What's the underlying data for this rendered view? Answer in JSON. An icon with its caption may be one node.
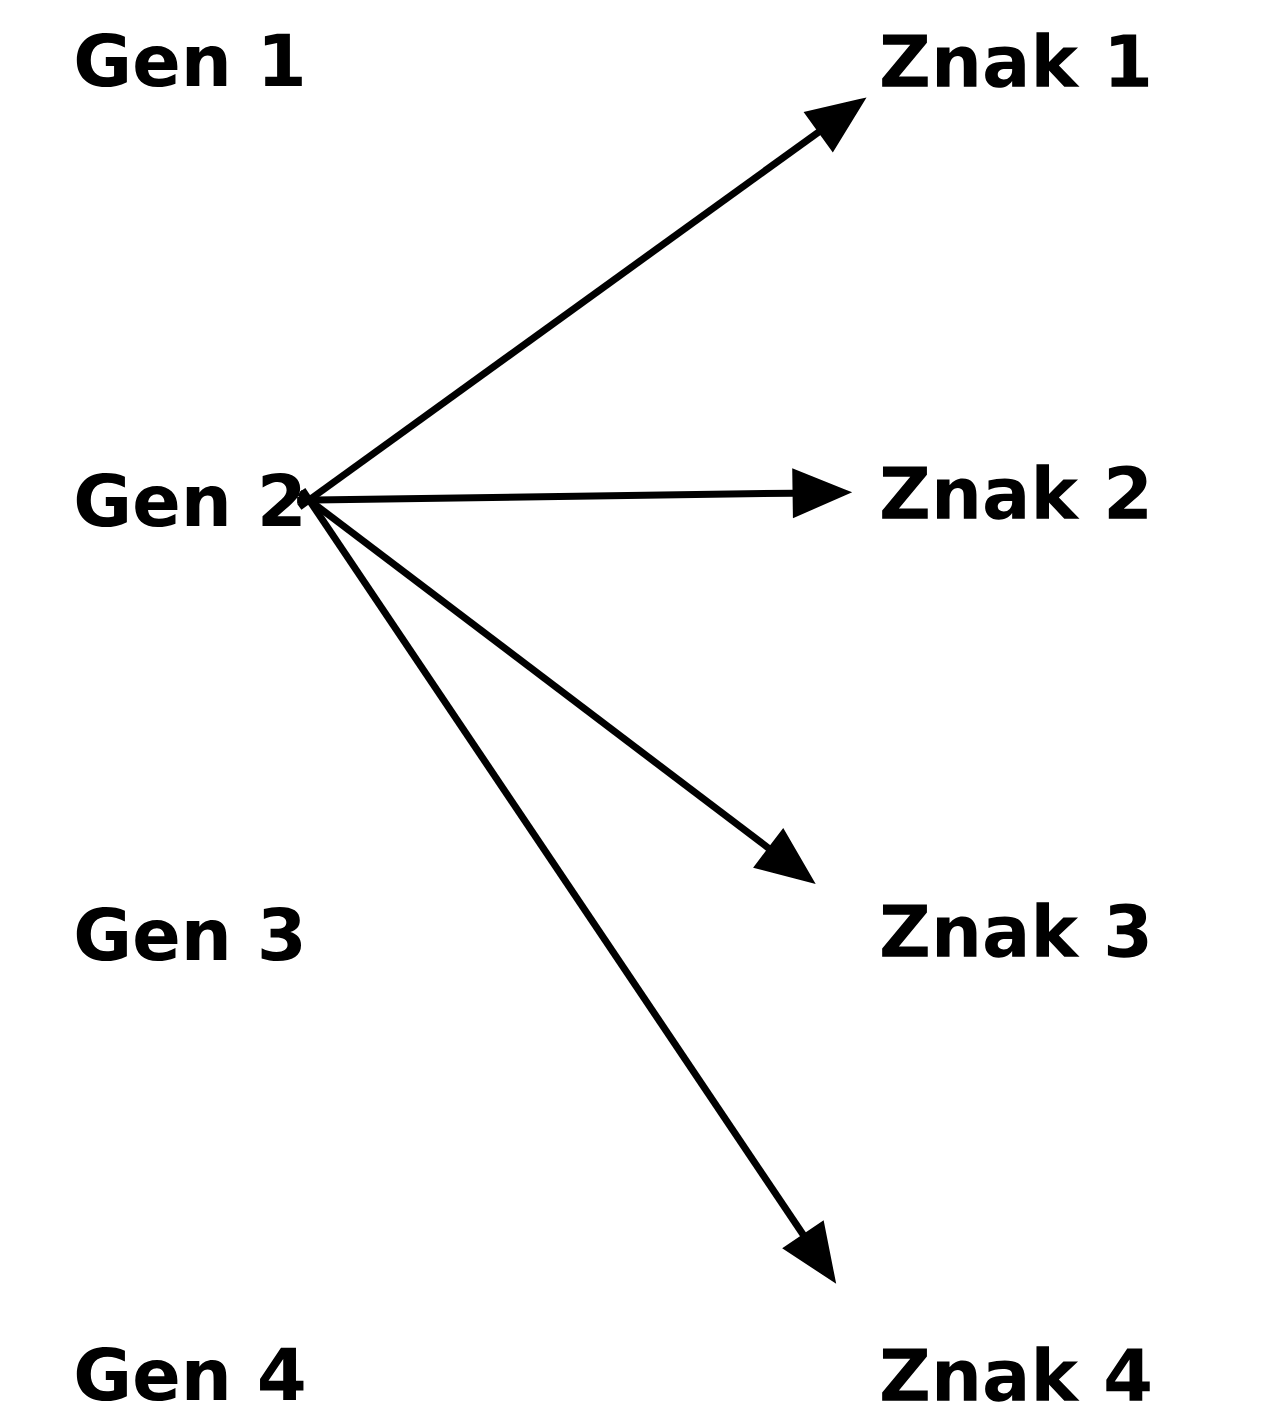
{
  "diagram": {
    "nodes": [
      {
        "text": [
          "Gen 1"
        ]
      },
      {
        "text": [
          "Gen 2"
        ]
      },
      {
        "text": [
          "Gen 3"
        ]
      },
      {
        "text": [
          "Gen 4"
        ]
      },
      {
        "text": [
          "Znak 1"
        ]
      },
      {
        "text": [
          "Znak 2"
        ]
      },
      {
        "text": [
          "Znak 3"
        ]
      },
      {
        "text": [
          "Znak 4"
        ]
      }
    ],
    "edges": [
      {
        "from": 1,
        "to": 4,
        "arrow": "to"
      },
      {
        "from": 1,
        "to": 5,
        "arrow": "to"
      },
      {
        "from": 1,
        "to": 6,
        "arrow": "to"
      },
      {
        "from": 1,
        "to": 7,
        "arrow": "to"
      }
    ]
  }
}
